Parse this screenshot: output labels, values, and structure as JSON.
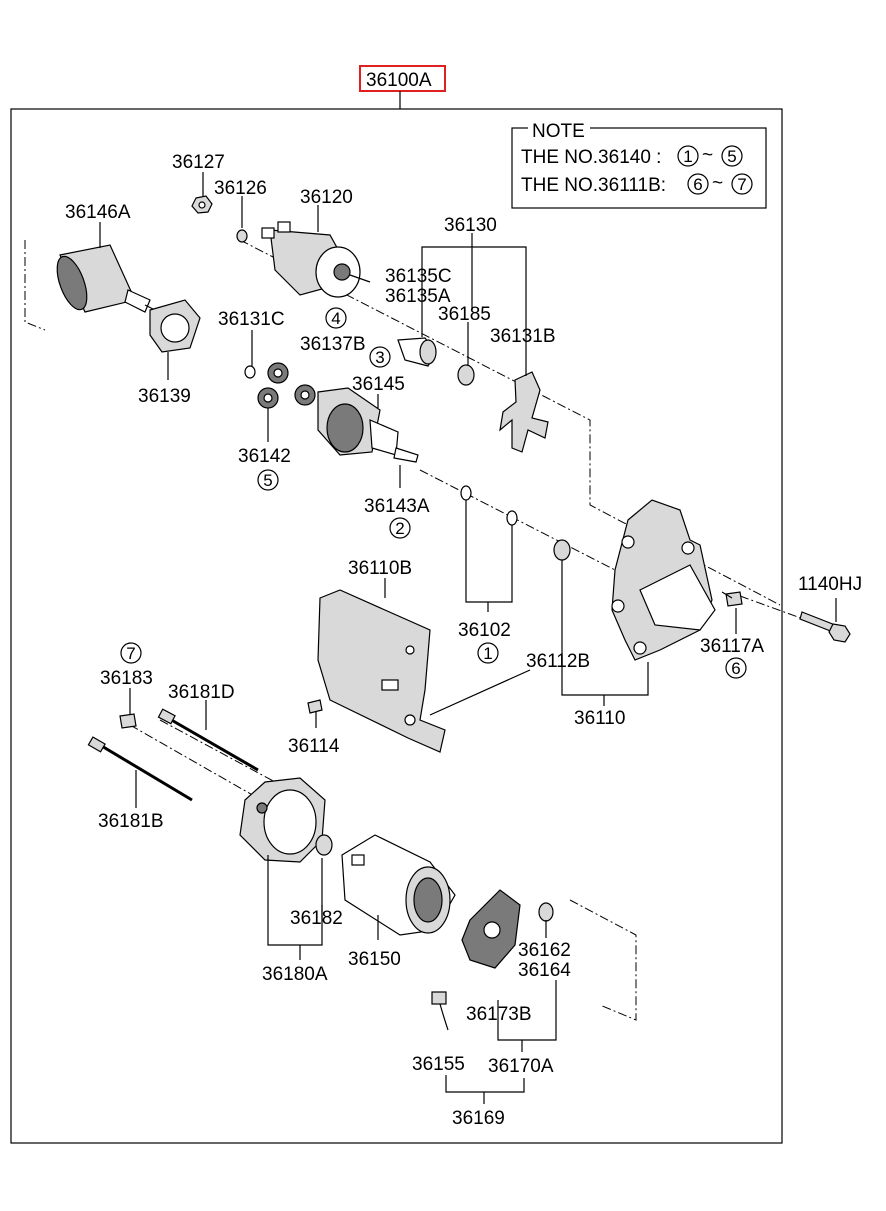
{
  "assembly_label": "36100A",
  "note": {
    "title": "NOTE",
    "line1_prefix": "THE NO.36140 :",
    "line1_from": "1",
    "line1_to": "5",
    "line2_prefix": "THE NO.36111B:",
    "line2_from": "6",
    "line2_to": "7",
    "tilde": "~"
  },
  "parts": {
    "p36127": "36127",
    "p36126": "36126",
    "p36120": "36120",
    "p36146A": "36146A",
    "p36130": "36130",
    "p36135C": "36135C",
    "p36135A": "36135A",
    "p36185": "36185",
    "p36131B": "36131B",
    "p36131C": "36131C",
    "p36137B": "36137B",
    "p36139": "36139",
    "p36145": "36145",
    "p36142": "36142",
    "p36143A": "36143A",
    "p36110B": "36110B",
    "p36102": "36102",
    "p36112B": "36112B",
    "p1140HJ": "1140HJ",
    "p36117A": "36117A",
    "p36110": "36110",
    "p36183": "36183",
    "p36181D": "36181D",
    "p36114": "36114",
    "p36181B": "36181B",
    "p36182": "36182",
    "p36150": "36150",
    "p36180A": "36180A",
    "p36162": "36162",
    "p36164": "36164",
    "p36173B": "36173B",
    "p36155": "36155",
    "p36170A": "36170A",
    "p36169": "36169"
  },
  "circled": {
    "c1": "1",
    "c2": "2",
    "c3": "3",
    "c4": "4",
    "c5": "5",
    "c6": "6",
    "c7": "7"
  },
  "colors": {
    "highlight_box": "#e02020",
    "line": "#000000",
    "part_fill": "#d9d9d9",
    "part_dark": "#7a7a7a"
  }
}
